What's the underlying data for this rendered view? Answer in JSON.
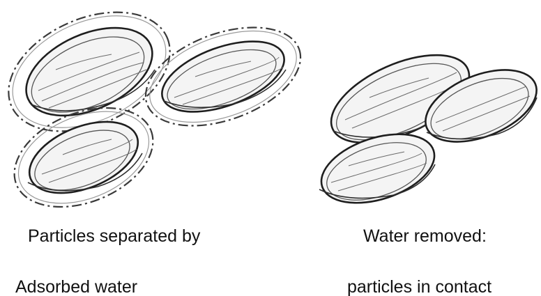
{
  "left_panel": {
    "caption_line1": "Particles separated by",
    "caption_line2": "Adsorbed water"
  },
  "right_panel": {
    "caption_line1": "Water removed:",
    "caption_line2": "particles in contact"
  }
}
